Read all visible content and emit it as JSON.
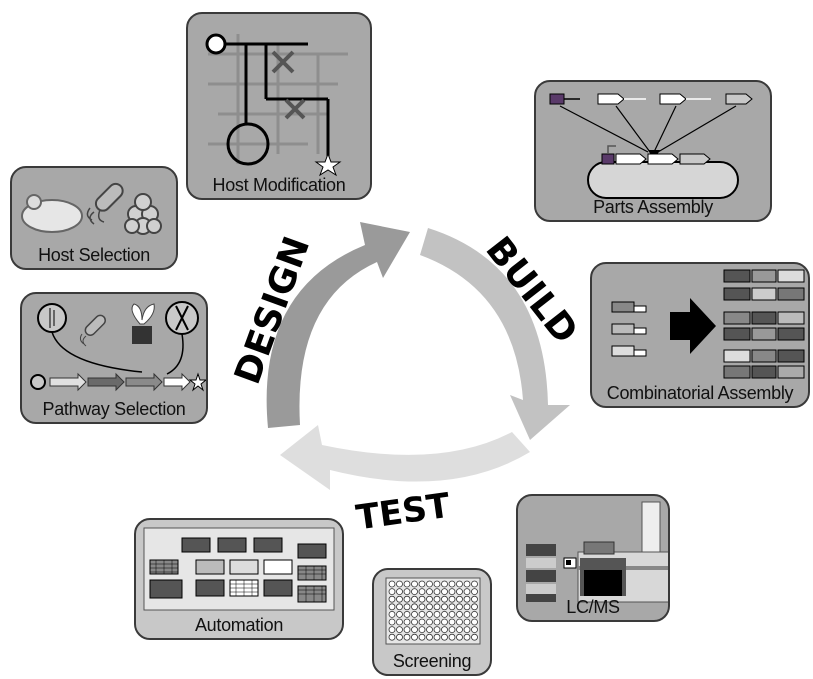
{
  "cycle": {
    "phases": {
      "design": "DESIGN",
      "build": "BUILD",
      "test": "TEST"
    }
  },
  "panels": {
    "host_modification": "Host Modification",
    "host_selection": "Host Selection",
    "pathway_selection": "Pathway Selection",
    "parts_assembly": "Parts Assembly",
    "combinatorial_assembly": "Combinatorial Assembly",
    "lcms": "LC/MS",
    "screening": "Screening",
    "automation": "Automation"
  },
  "colors": {
    "design_arrow": "#9a9a9a",
    "build_arrow": "#c2c2c2",
    "test_arrow": "#dedede",
    "panel_dark": "#a8a8a8",
    "panel_mid": "#c8c8c8",
    "panel_light": "#e6e6e6"
  }
}
